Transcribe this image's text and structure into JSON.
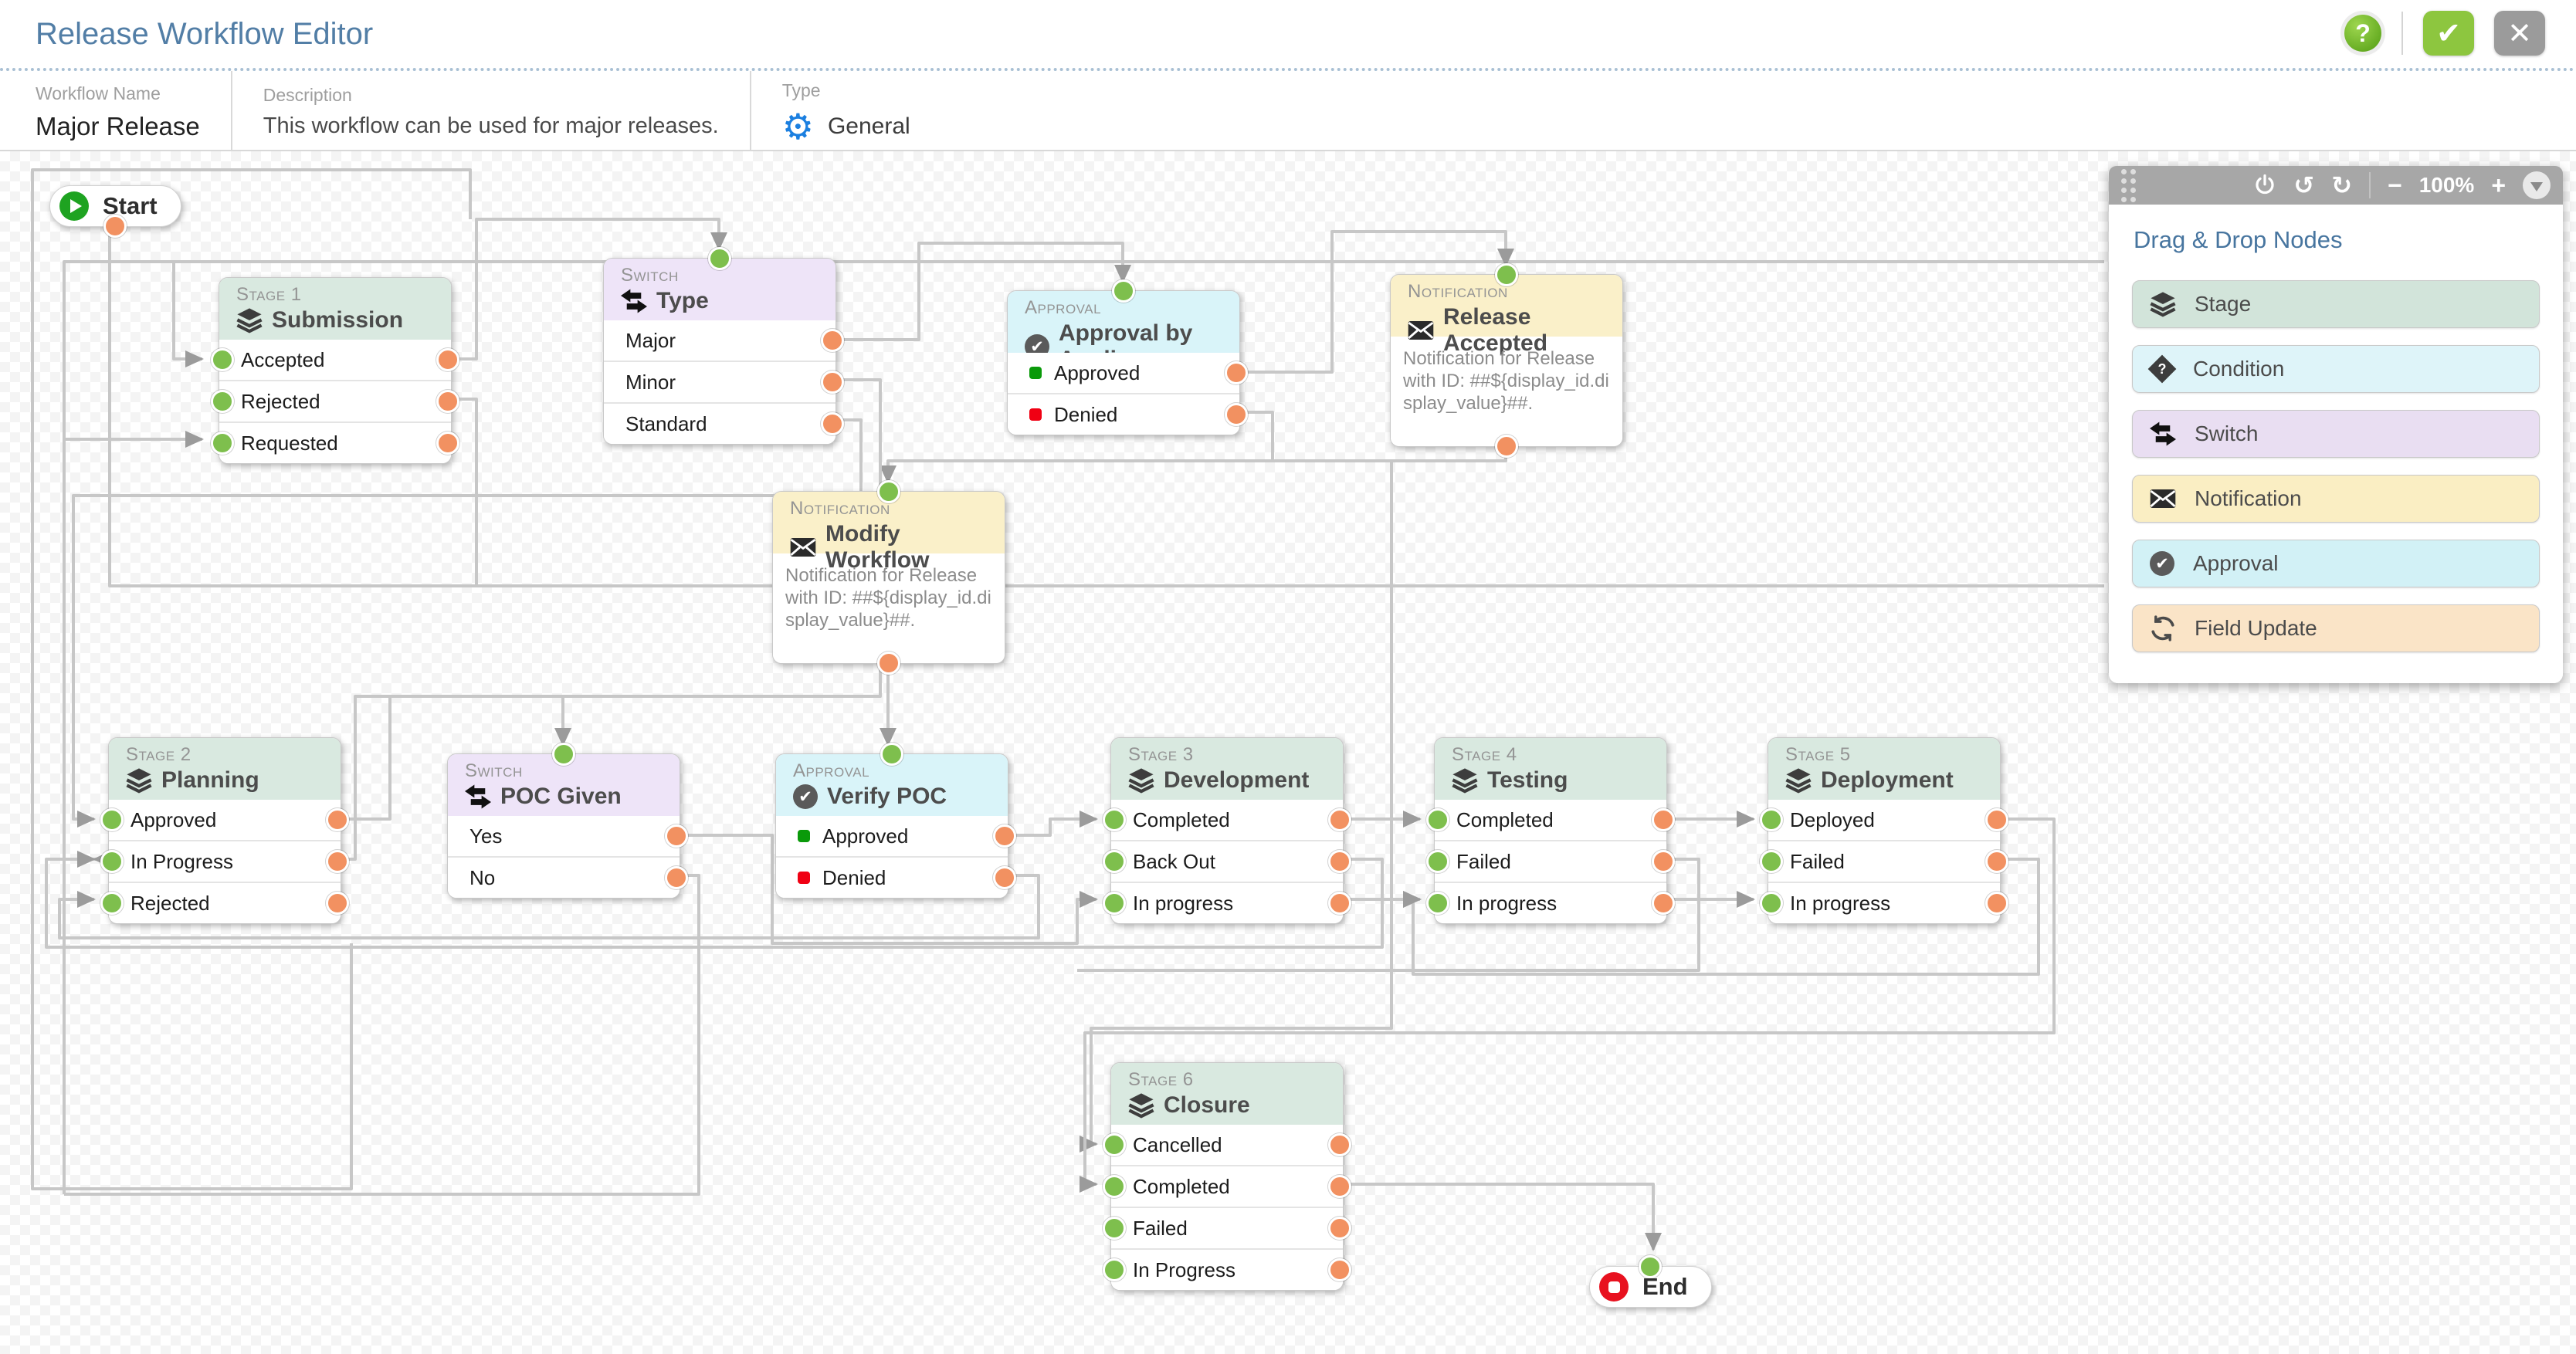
{
  "header": {
    "title": "Release Workflow Editor",
    "help_label": "?",
    "confirm_label": "✔",
    "close_label": "✕"
  },
  "meta": {
    "name_label": "Workflow Name",
    "name_value": "Major Release",
    "description_label": "Description",
    "description_value": "This workflow can be used for major releases.",
    "type_label": "Type",
    "type_value": "General"
  },
  "toolbar": {
    "zoom_level": "100%",
    "minus_label": "−",
    "plus_label": "+",
    "undo_label": "↺",
    "redo_label": "↻"
  },
  "palette": {
    "title": "Drag & Drop Nodes",
    "items": [
      {
        "label": "Stage",
        "icon": "layers-icon",
        "color": "#d2e4da"
      },
      {
        "label": "Condition",
        "icon": "condition-icon",
        "color": "#def4f9"
      },
      {
        "label": "Switch",
        "icon": "switch-icon",
        "color": "#e9def2"
      },
      {
        "label": "Notification",
        "icon": "envelope-icon",
        "color": "#faeec3"
      },
      {
        "label": "Approval",
        "icon": "check-circle-icon",
        "color": "#d2f1f6"
      },
      {
        "label": "Field Update",
        "icon": "refresh-icon",
        "color": "#fae4c7"
      }
    ]
  },
  "nodes": {
    "start": {
      "label": "Start"
    },
    "end": {
      "label": "End"
    },
    "stage1": {
      "kind": "Stage 1",
      "name": "Submission",
      "rows": [
        "Accepted",
        "Rejected",
        "Requested"
      ]
    },
    "switchType": {
      "kind": "Switch",
      "name": "Type",
      "rows": [
        "Major",
        "Minor",
        "Standard"
      ]
    },
    "approvalApp": {
      "kind": "Approval",
      "name": "Approval by Appli...",
      "rows": [
        "Approved",
        "Denied"
      ]
    },
    "notifAccepted": {
      "kind": "Notification",
      "name": "Release Accepted",
      "body": "Notification for Release with ID: ##${display_id.display_value}##."
    },
    "notifModify": {
      "kind": "Notification",
      "name": "Modify Workflow",
      "body": "Notification for Release with ID: ##${display_id.display_value}##."
    },
    "stage2": {
      "kind": "Stage 2",
      "name": "Planning",
      "rows": [
        "Approved",
        "In Progress",
        "Rejected"
      ]
    },
    "switchPoc": {
      "kind": "Switch",
      "name": "POC Given",
      "rows": [
        "Yes",
        "No"
      ]
    },
    "approvalPoc": {
      "kind": "Approval",
      "name": "Verify POC",
      "rows": [
        "Approved",
        "Denied"
      ]
    },
    "stage3": {
      "kind": "Stage 3",
      "name": "Development",
      "rows": [
        "Completed",
        "Back Out",
        "In progress"
      ]
    },
    "stage4": {
      "kind": "Stage 4",
      "name": "Testing",
      "rows": [
        "Completed",
        "Failed",
        "In progress"
      ]
    },
    "stage5": {
      "kind": "Stage 5",
      "name": "Deployment",
      "rows": [
        "Deployed",
        "Failed",
        "In progress"
      ]
    },
    "stage6": {
      "kind": "Stage 6",
      "name": "Closure",
      "rows": [
        "Cancelled",
        "Completed",
        "Failed",
        "In Progress"
      ]
    }
  },
  "colors": {
    "title_blue": "#527ea6",
    "stage_header": "#d9e9e0",
    "switch_header": "#eee4f8",
    "approval_header": "#d9f4f9",
    "notification_header": "#faf0c9",
    "field_update_chip": "#fae4c7",
    "condition_chip": "#def4f9",
    "input_port_green": "#7ebf4d",
    "output_port_orange": "#f29161",
    "connector_gray": "#c7c7c7",
    "confirm_green": "#8dc63f",
    "close_gray": "#9b9b9b",
    "approved_bullet": "#0a9a0a",
    "denied_bullet": "#f00013",
    "gear_blue": "#1b7fe0"
  }
}
